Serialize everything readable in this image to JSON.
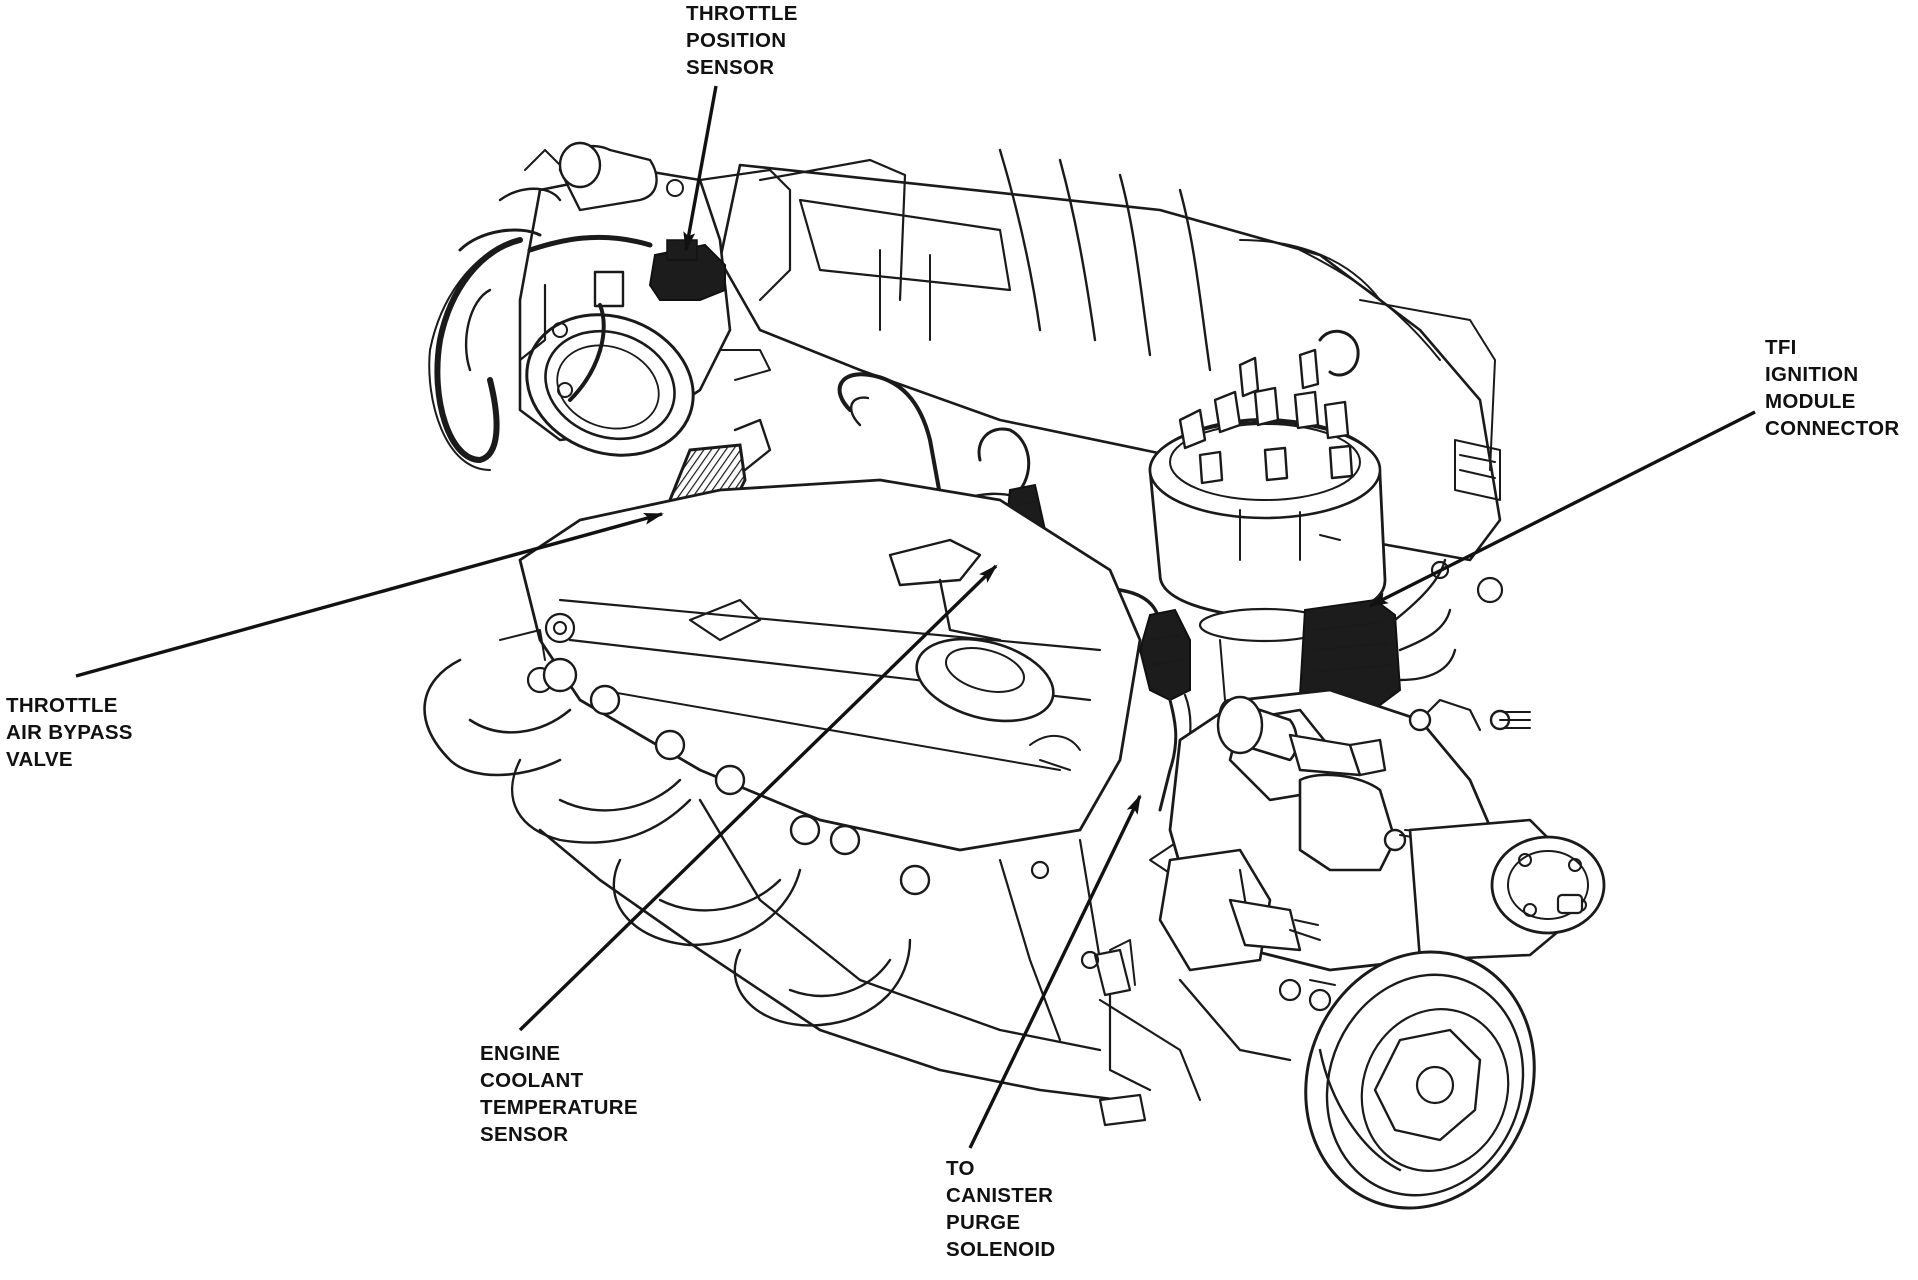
{
  "labels": {
    "throttle_position_sensor": [
      "THROTTLE",
      "POSITION",
      "SENSOR"
    ],
    "tfi_ignition_module_connector": [
      "TFI",
      "IGNITION",
      "MODULE",
      "CONNECTOR"
    ],
    "throttle_air_bypass_valve": [
      "THROTTLE",
      "AIR BYPASS",
      "VALVE"
    ],
    "engine_coolant_temperature_sensor": [
      "ENGINE",
      "COOLANT",
      "TEMPERATURE",
      "SENSOR"
    ],
    "to_canister_purge_solenoid": [
      "TO",
      "CANISTER",
      "PURGE",
      "SOLENOID"
    ]
  },
  "colors": {
    "ink": "#1a1a1a",
    "paper": "#ffffff"
  }
}
